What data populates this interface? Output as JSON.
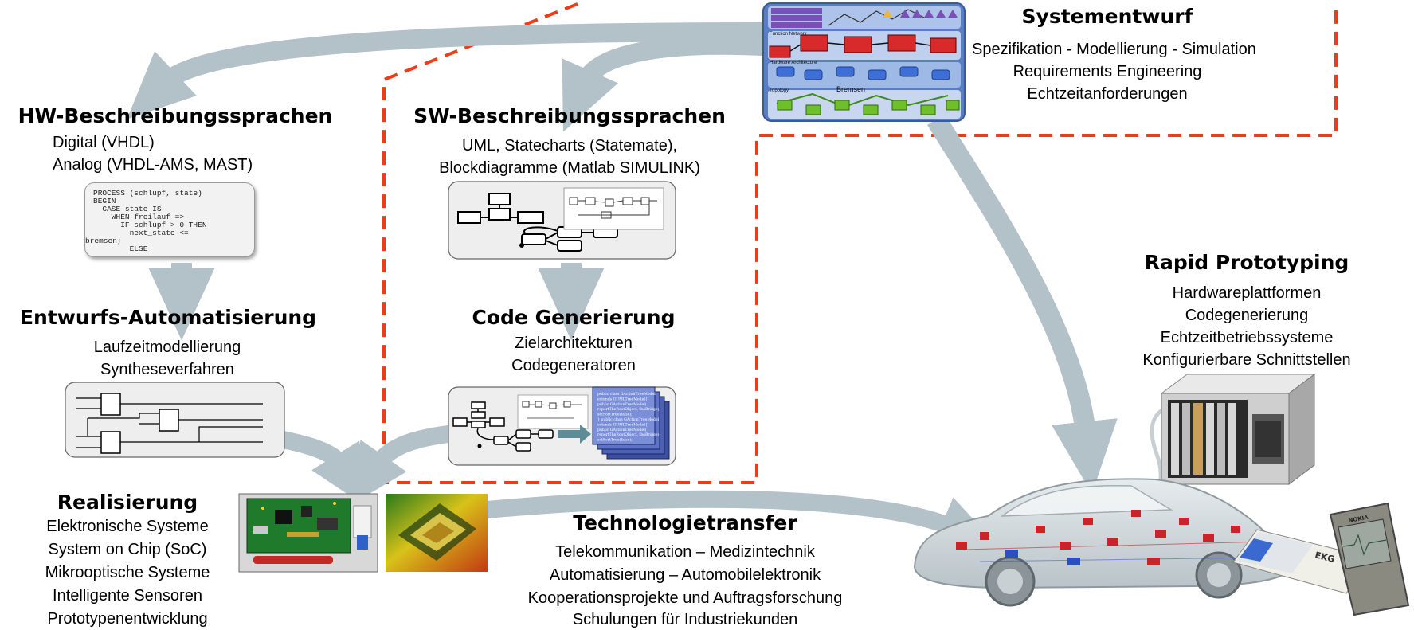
{
  "sections": {
    "systementwurf": {
      "heading": "Systementwurf",
      "lines": [
        "Spezifikation - Modellierung - Simulation",
        "Requirements Engineering",
        "Echtzeitanforderungen"
      ]
    },
    "hw": {
      "heading": "HW-Beschreibungssprachen",
      "lines": [
        "Digital (VHDL)",
        "Analog  (VHDL-AMS, MAST)"
      ]
    },
    "sw": {
      "heading": "SW-Beschreibungssprachen",
      "lines": [
        "UML, Statecharts (Statemate),",
        "Blockdiagramme (Matlab SIMULINK)"
      ]
    },
    "entwurf": {
      "heading": "Entwurfs-Automatisierung",
      "lines": [
        "Laufzeitmodellierung",
        "Syntheseverfahren"
      ]
    },
    "codegen": {
      "heading": "Code Generierung",
      "lines": [
        "Zielarchitekturen",
        "Codegeneratoren"
      ]
    },
    "rapid": {
      "heading": "Rapid Prototyping",
      "lines": [
        "Hardwareplattformen",
        "Codegenerierung",
        "Echtzeitbetriebssysteme",
        "Konfigurierbare Schnittstellen"
      ]
    },
    "realisierung": {
      "heading": "Realisierung",
      "lines": [
        "Elektronische Systeme",
        "System on Chip (SoC)",
        "Mikrooptische Systeme",
        "Intelligente Sensoren",
        "Prototypenentwicklung"
      ]
    },
    "techtransfer": {
      "heading": "Technologietransfer",
      "lines": [
        "Telekommunikation – Medizintechnik",
        "Automatisierung – Automobilelektronik",
        "Kooperationsprojekte und Auftragsforschung",
        "Schulungen für Industriekunden"
      ]
    }
  },
  "vhdl_code": [
    "PROCESS (schlupf, state)",
    "BEGIN",
    "  CASE state IS",
    "    WHEN freilauf =>",
    "      IF schlupf > 0 THEN",
    "        next_state <=",
    "bremsen;",
    "        ELSE"
  ],
  "sysdiagram": {
    "labels": [
      "Function Network",
      "Hardware Architecture",
      "Topology",
      "Bremsen"
    ]
  },
  "code_sheet_lines": [
    "public class GActionTreeModel",
    "extends GUMLTreeModel{",
    "public GActionTreeModel(",
    "reportTheRootObject, theBridge);",
    "setSortTree(false);",
    "} public class GActionTreeModel",
    "extends GUMLTreeModel{",
    "public GActionTreeModel(",
    "reportTheRootObject, theBridge);",
    "setSortTree(false);"
  ],
  "ekg_label": "EKG",
  "phone_brand": "NOKIA",
  "colors": {
    "arrow": "#b3c1c8",
    "dashed": "#ef3b16",
    "sysbg": "#5a7ec4"
  }
}
